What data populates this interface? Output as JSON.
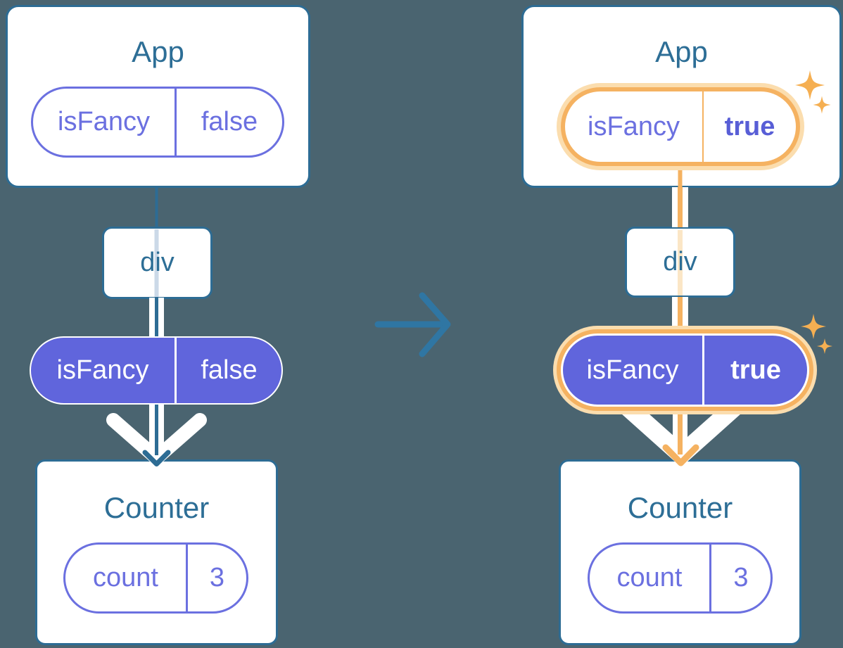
{
  "colors": {
    "background": "#4A6470",
    "card_border_blue": "#2D6C94",
    "heading_blue": "#2D6E96",
    "purple_fill": "#6065DC",
    "purple_text": "#6B70E0",
    "purple_bold_text": "#585ED6",
    "orange_highlight": "#F5B261",
    "orange_glow": "#FBDDAE",
    "white": "#FFFFFF"
  },
  "before": {
    "app_title": "App",
    "app_prop_name": "isFancy",
    "app_prop_value": "false",
    "div_label": "div",
    "passed_prop_name": "isFancy",
    "passed_prop_value": "false",
    "counter_title": "Counter",
    "counter_state_name": "count",
    "counter_state_value": "3"
  },
  "after": {
    "app_title": "App",
    "app_prop_name": "isFancy",
    "app_prop_value": "true",
    "div_label": "div",
    "passed_prop_name": "isFancy",
    "passed_prop_value": "true",
    "counter_title": "Counter",
    "counter_state_name": "count",
    "counter_state_value": "3"
  }
}
